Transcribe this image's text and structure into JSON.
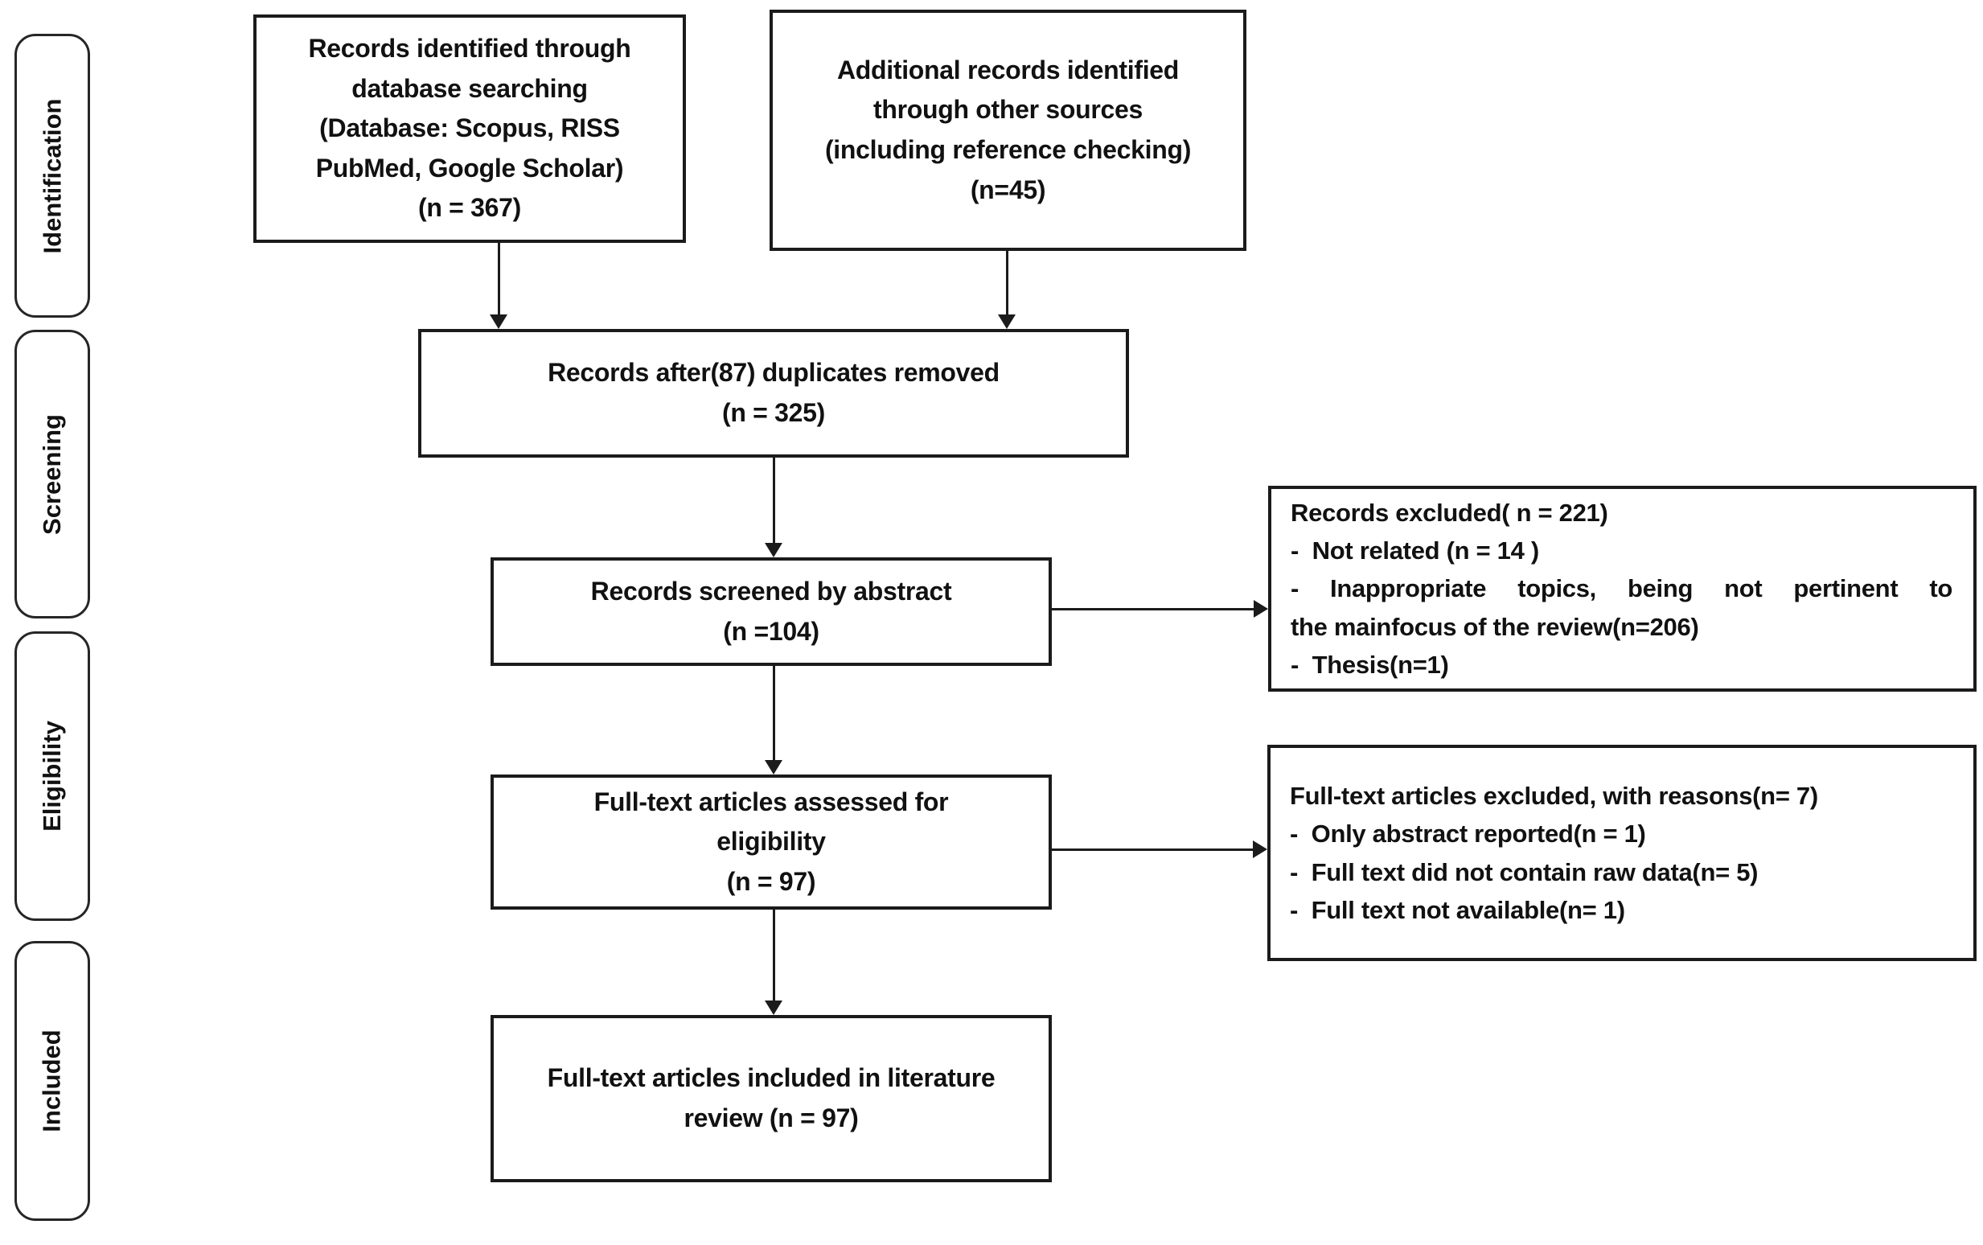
{
  "stages": [
    {
      "label": "Identification"
    },
    {
      "label": "Screening"
    },
    {
      "label": "Eligibility"
    },
    {
      "label": "Included"
    }
  ],
  "boxes": {
    "identified": {
      "lines": [
        "Records identified through",
        "database searching",
        "(Database: Scopus, RISS",
        "PubMed, Google Scholar)",
        "(n = 367)"
      ]
    },
    "additional": {
      "lines": [
        "Additional records identified",
        "through other sources",
        "(including reference checking)",
        "(n=45)"
      ]
    },
    "deduplicated": {
      "lines": [
        "Records after(87) duplicates removed",
        "(n = 325)"
      ]
    },
    "screened": {
      "lines": [
        "Records screened by abstract",
        "(n =104)"
      ]
    },
    "records_excluded": {
      "lines": [
        "Records excluded( n = 221)",
        "-  Not related (n = 14 )",
        "- Inappropriate topics, being not pertinent to",
        "the mainfocus of the review(n=206)",
        "-  Thesis(n=1)"
      ]
    },
    "assessed": {
      "lines": [
        "Full-text articles assessed for",
        "eligibility",
        "(n = 97)"
      ]
    },
    "fulltext_excluded": {
      "lines": [
        "Full-text articles excluded, with reasons(n= 7)",
        "-  Only abstract reported(n = 1)",
        "-  Full text did not contain raw data(n= 5)",
        "-  Full text not available(n= 1)"
      ]
    },
    "included": {
      "lines": [
        "Full-text articles included in literature",
        "review (n = 97)"
      ]
    }
  },
  "colors": {
    "ink": "#1b1b1b",
    "background": "#ffffff"
  }
}
